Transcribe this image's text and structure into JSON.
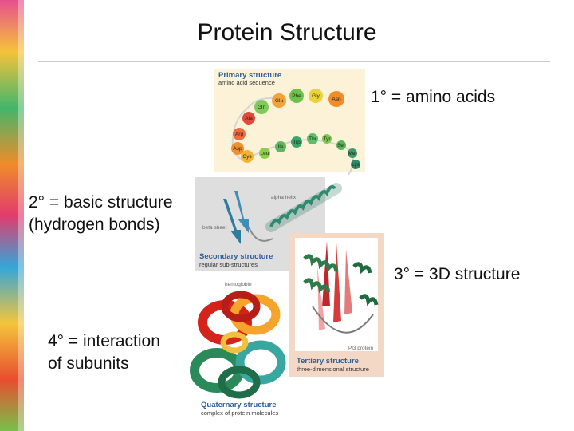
{
  "slide": {
    "title": "Protein Structure"
  },
  "captions": {
    "primary": "1° = amino acids",
    "secondary": "2° = basic structure\n(hydrogen bonds)",
    "tertiary": "3° = 3D structure",
    "quaternary": "4° = interaction\nof subunits"
  },
  "figure": {
    "primary": {
      "title": "Primary structure",
      "subtitle": "amino acid sequence",
      "amino_acids": [
        "Gln",
        "Glu",
        "Phe",
        "Gly",
        "Asn",
        "Ala",
        "Arg",
        "Asp",
        "Cys",
        "Leu",
        "Ile",
        "Trp",
        "Thr",
        "Tyr",
        "Ser",
        "Met",
        "Lys"
      ]
    },
    "secondary": {
      "title": "Secondary structure",
      "subtitle": "regular sub-structures",
      "alpha_label": "alpha helix",
      "beta_label": "beta sheet"
    },
    "tertiary": {
      "title": "Tertiary structure",
      "subtitle": "three-dimensional structure",
      "protein_label": "Pl3 protein"
    },
    "quaternary": {
      "title": "Quaternary structure",
      "subtitle": "complex of protein molecules",
      "top_label": "hemoglobin"
    }
  }
}
